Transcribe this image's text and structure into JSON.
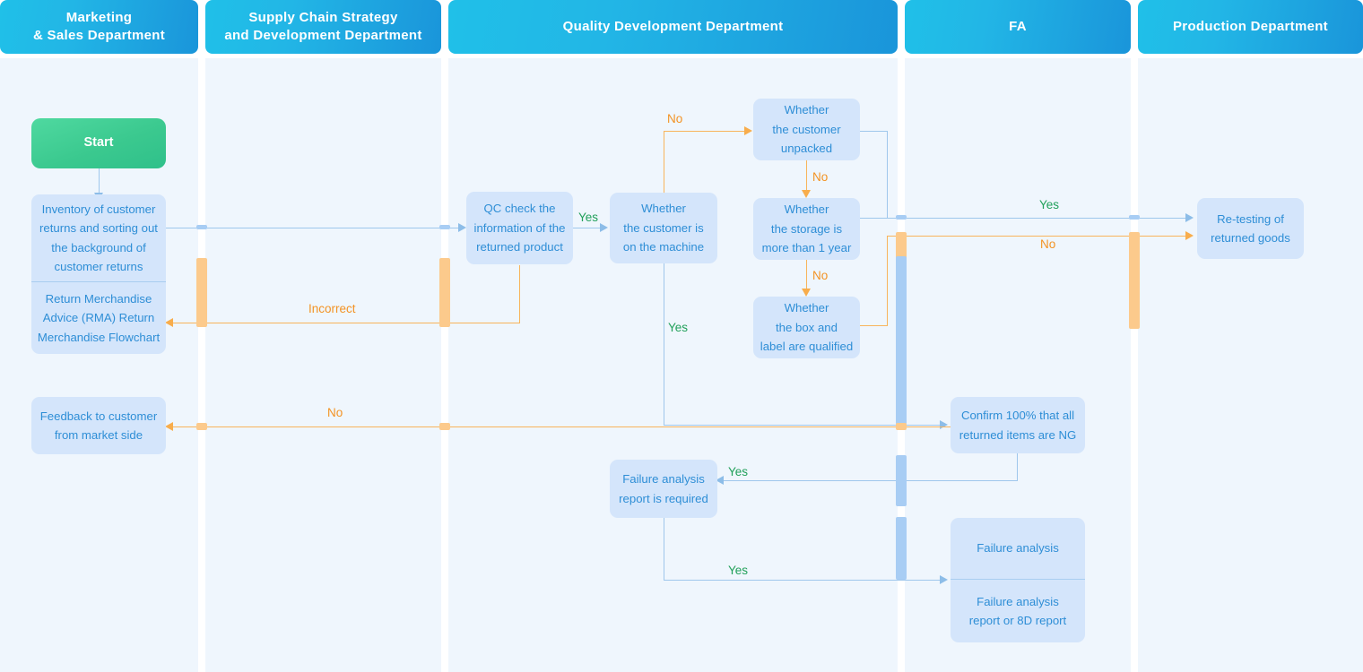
{
  "title": "Return Merchandise Advice (RMA) Return Merchandise Flowchart",
  "colors": {
    "lane_header_from": "#20c0e8",
    "lane_header_to": "#1a95da",
    "lane_body": "#eff6fd",
    "node_fill": "#d4e5fb",
    "node_text": "#2e8ed6",
    "start_fill": "#3bc98f",
    "connector_blue": "#9fc7ec",
    "connector_orange": "#f8b45c",
    "yes_label": "#21a05a",
    "no_label": "#f39324"
  },
  "lanes": [
    {
      "id": "marketing",
      "title": "Marketing\n& Sales Department"
    },
    {
      "id": "supply",
      "title": "Supply Chain Strategy\nand Development Department"
    },
    {
      "id": "quality",
      "title": "Quality Development Department"
    },
    {
      "id": "fa",
      "title": "FA"
    },
    {
      "id": "production",
      "title": "Production Department"
    }
  ],
  "lane_titles": {
    "marketing_l1": "Marketing",
    "marketing_l2": "& Sales Department",
    "supply_l1": "Supply Chain Strategy",
    "supply_l2": "and Development Department",
    "quality": "Quality Development Department",
    "fa": "FA",
    "production": "Production Department"
  },
  "nodes": {
    "start": "Start",
    "inventory_l1": "Inventory of customer",
    "inventory_l2": "returns and sorting out",
    "inventory_l3": "the background of",
    "inventory_l4": "customer returns",
    "rma_l1": "Return Merchandise",
    "rma_l2": "Advice (RMA) Return",
    "rma_l3": "Merchandise Flowchart",
    "feedback_l1": "Feedback to customer",
    "feedback_l2": "from market side",
    "qc_check_l1": "QC check the",
    "qc_check_l2": "information of the",
    "qc_check_l3": "returned product",
    "on_machine_l1": "Whether",
    "on_machine_l2": "the customer is",
    "on_machine_l3": "on the machine",
    "unpacked_l1": "Whether",
    "unpacked_l2": "the customer",
    "unpacked_l3": "unpacked",
    "storage_l1": "Whether",
    "storage_l2": "the storage is",
    "storage_l3": "more than 1 year",
    "box_label_l1": "Whether",
    "box_label_l2": "the box and",
    "box_label_l3": "label are qualified",
    "fa_required_l1": "Failure analysis",
    "fa_required_l2": "report is required",
    "confirm_ng_l1": "Confirm 100% that all",
    "confirm_ng_l2": "returned items are NG",
    "failure_analysis": "Failure analysis",
    "fa_report_l1": "Failure analysis",
    "fa_report_l2": "report or 8D report",
    "retesting_l1": "Re-testing of",
    "retesting_l2": "returned goods"
  },
  "edge_labels": {
    "qc_yes": "Yes",
    "unpacked_no_in": "No",
    "unpacked_no_down": "No",
    "storage_no_down": "No",
    "on_machine_yes": "Yes",
    "incorrect": "Incorrect",
    "feedback_no": "No",
    "retest_yes": "Yes",
    "retest_no": "No",
    "fa_required_yes": "Yes",
    "fa_report_yes": "Yes"
  }
}
